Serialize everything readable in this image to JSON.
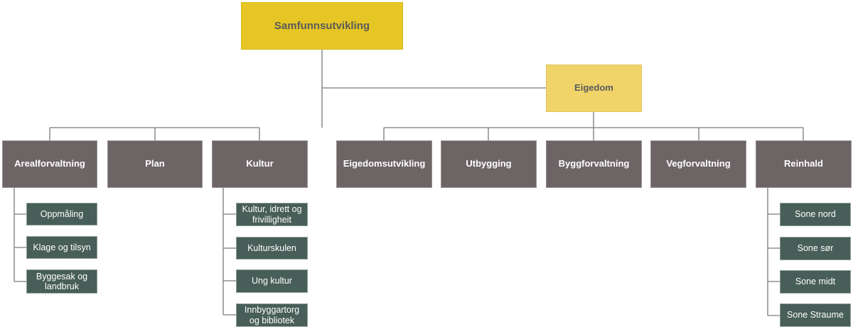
{
  "root": {
    "label": "Samfunnsutvikling"
  },
  "eigedom": {
    "label": "Eigedom"
  },
  "departments": [
    {
      "label": "Arealforvaltning",
      "units": [
        "Oppmåling",
        "Klage og tilsyn",
        "Byggesak og landbruk"
      ]
    },
    {
      "label": "Plan",
      "units": []
    },
    {
      "label": "Kultur",
      "units": [
        "Kultur, idrett og frivilligheit",
        "Kulturskulen",
        "Ung kultur",
        "Innbyggartorg og bibliotek"
      ]
    },
    {
      "label": "Eigedomsutvikling",
      "units": []
    },
    {
      "label": "Utbygging",
      "units": []
    },
    {
      "label": "Byggforvaltning",
      "units": []
    },
    {
      "label": "Vegforvaltning",
      "units": []
    },
    {
      "label": "Reinhald",
      "units": [
        "Sone nord",
        "Sone sør",
        "Sone midt",
        "Sone Straume"
      ]
    }
  ],
  "colors": {
    "root": "#e6c624",
    "sub_root": "#f0d46a",
    "department": "#6d6466",
    "unit": "#485e58",
    "connector": "#7a7a7a"
  }
}
